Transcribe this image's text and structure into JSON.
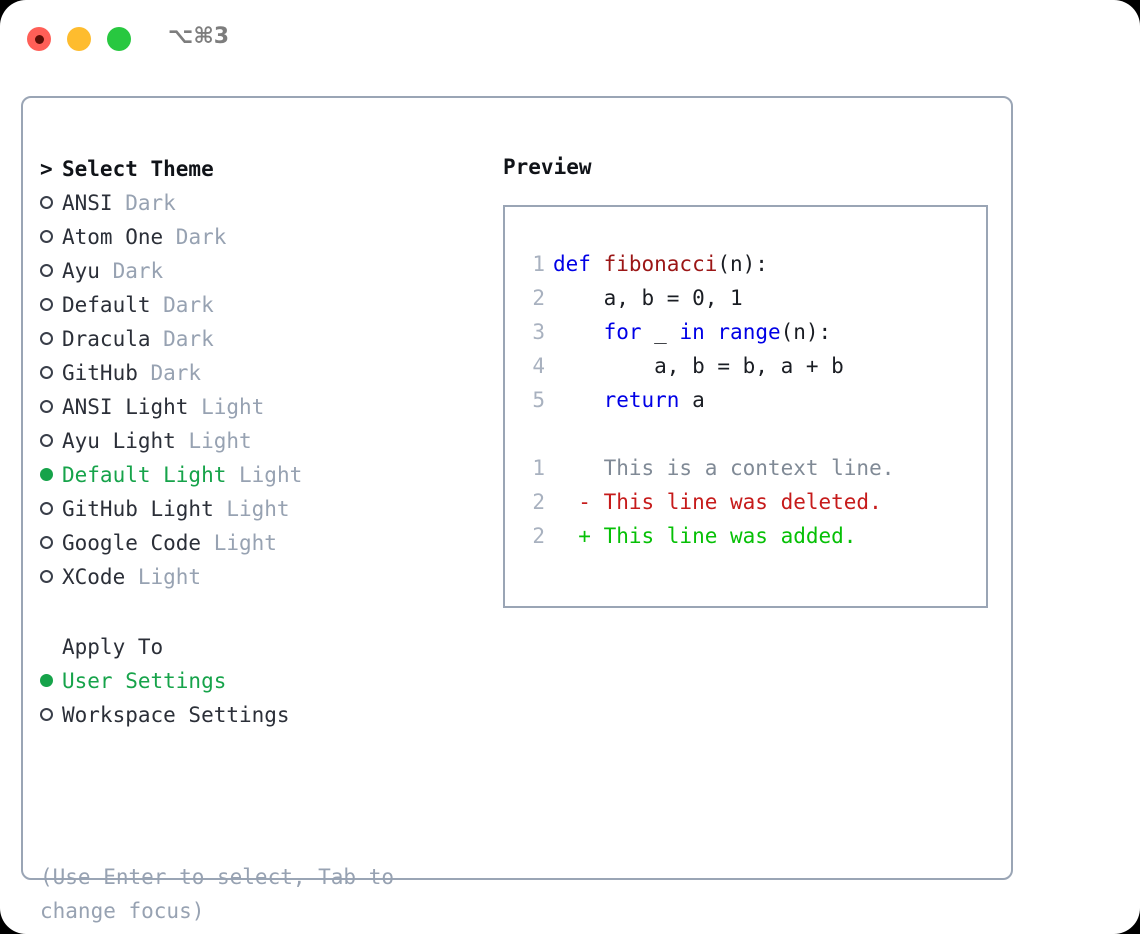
{
  "titlebar": {
    "shortcut": "⌥⌘3",
    "buttons": [
      {
        "name": "close",
        "color": "#ff5f57"
      },
      {
        "name": "minimize",
        "color": "#febc2e"
      },
      {
        "name": "maximize",
        "color": "#28c840"
      }
    ]
  },
  "theme_picker": {
    "header_marker": ">",
    "header": "Select Theme",
    "items": [
      {
        "marker": "o",
        "label": "ANSI",
        "variant": "Dark",
        "selected": false
      },
      {
        "marker": "o",
        "label": "Atom One",
        "variant": "Dark",
        "selected": false
      },
      {
        "marker": "o",
        "label": "Ayu",
        "variant": "Dark",
        "selected": false
      },
      {
        "marker": "o",
        "label": "Default",
        "variant": "Dark",
        "selected": false
      },
      {
        "marker": "o",
        "label": "Dracula",
        "variant": "Dark",
        "selected": false
      },
      {
        "marker": "o",
        "label": "GitHub",
        "variant": "Dark",
        "selected": false
      },
      {
        "marker": "o",
        "label": "ANSI Light",
        "variant": "Light",
        "selected": false
      },
      {
        "marker": "o",
        "label": "Ayu Light",
        "variant": "Light",
        "selected": false
      },
      {
        "marker": "●",
        "label": "Default Light",
        "variant": "Light",
        "selected": true
      },
      {
        "marker": "o",
        "label": "GitHub Light",
        "variant": "Light",
        "selected": false
      },
      {
        "marker": "o",
        "label": "Google Code",
        "variant": "Light",
        "selected": false
      },
      {
        "marker": "o",
        "label": "XCode",
        "variant": "Light",
        "selected": false
      }
    ]
  },
  "apply_to": {
    "header": "Apply To",
    "items": [
      {
        "label": "User Settings",
        "selected": true
      },
      {
        "label": "Workspace Settings",
        "selected": false
      }
    ]
  },
  "hint": "(Use Enter to select, Tab to change focus)",
  "preview": {
    "title": "Preview",
    "code_lines": [
      {
        "num": "1",
        "tokens": [
          {
            "t": "def ",
            "c": "kw"
          },
          {
            "t": "fibonacci",
            "c": "fn"
          },
          {
            "t": "(n):",
            "c": "txt"
          }
        ]
      },
      {
        "num": "2",
        "tokens": [
          {
            "t": "    a, b = 0, 1",
            "c": "txt"
          }
        ]
      },
      {
        "num": "3",
        "tokens": [
          {
            "t": "    ",
            "c": "txt"
          },
          {
            "t": "for",
            "c": "kw"
          },
          {
            "t": " _ ",
            "c": "txt"
          },
          {
            "t": "in",
            "c": "kw"
          },
          {
            "t": " ",
            "c": "txt"
          },
          {
            "t": "range",
            "c": "kw"
          },
          {
            "t": "(n):",
            "c": "txt"
          }
        ]
      },
      {
        "num": "4",
        "tokens": [
          {
            "t": "        a, b = b, a + b",
            "c": "txt"
          }
        ]
      },
      {
        "num": "5",
        "tokens": [
          {
            "t": "    ",
            "c": "txt"
          },
          {
            "t": "return",
            "c": "kw"
          },
          {
            "t": " a",
            "c": "txt"
          }
        ]
      }
    ],
    "diff_lines": [
      {
        "num": "1",
        "sign": " ",
        "text": "This is a context line.",
        "kind": "ctx"
      },
      {
        "num": "2",
        "sign": "-",
        "text": "This line was deleted.",
        "kind": "del"
      },
      {
        "num": "2",
        "sign": "+",
        "text": "This line was added.",
        "kind": "add"
      }
    ]
  },
  "colors": {
    "selected_green": "#16a34a",
    "dim_gray": "#97a2b2",
    "border": "#9aa5b5",
    "keyword_blue": "#0000e6",
    "function_red": "#9b1616",
    "diff_delete": "#c61b1b",
    "diff_add": "#06c006"
  }
}
